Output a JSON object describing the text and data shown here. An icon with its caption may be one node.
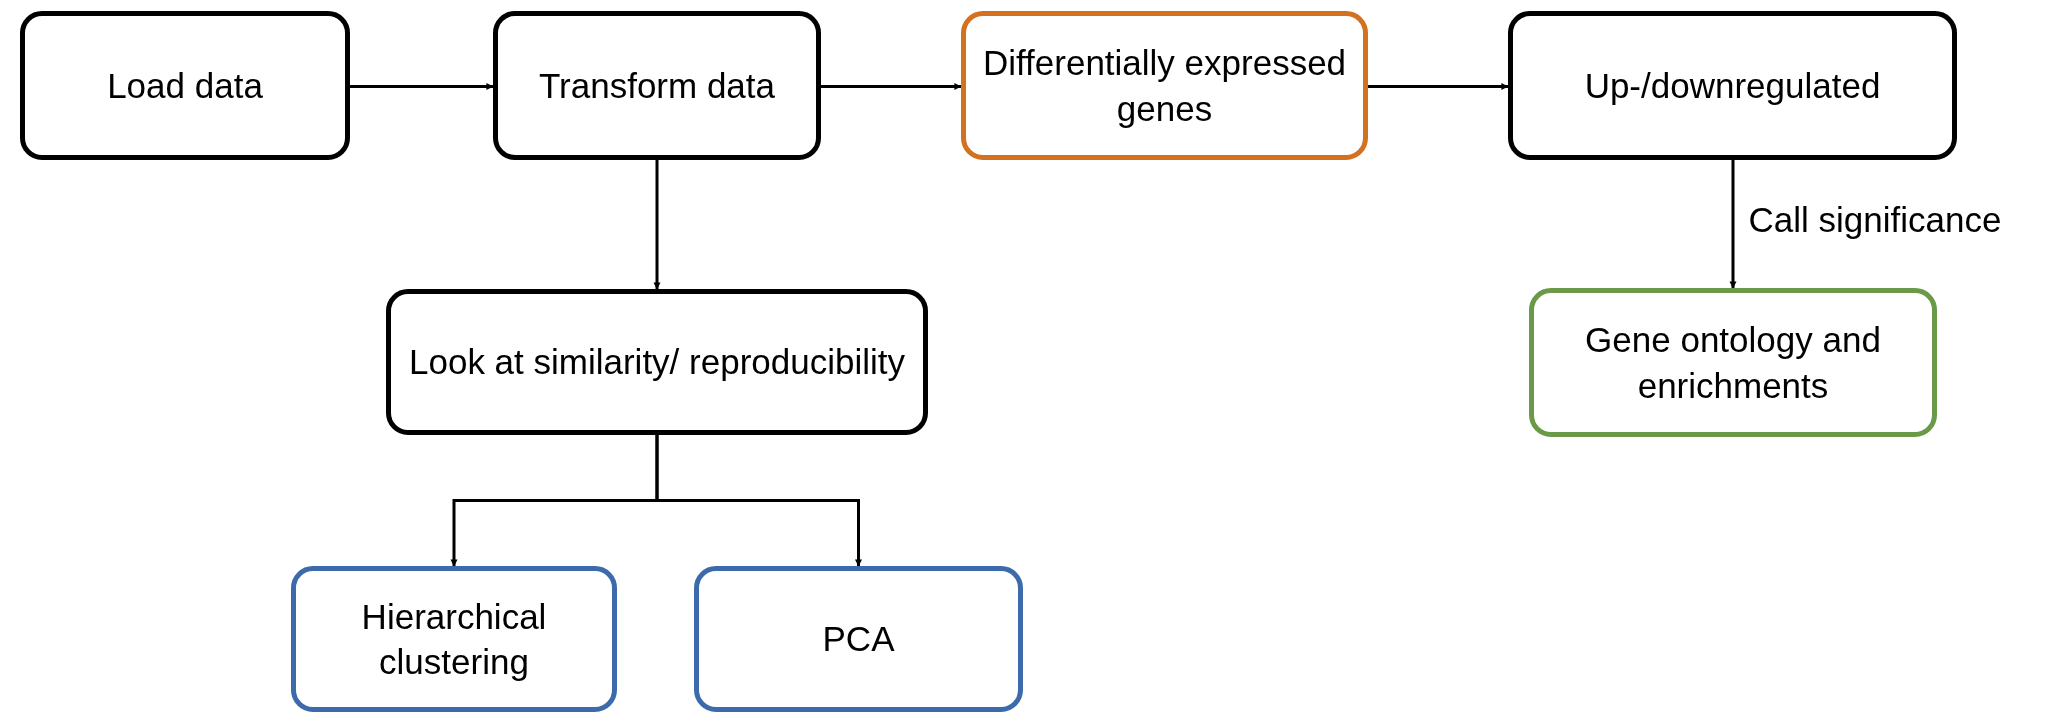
{
  "diagram": {
    "nodes": [
      {
        "text": [
          "Load data"
        ]
      },
      {
        "text": [
          "Transform data"
        ]
      },
      {
        "text": [
          "Differentially expressed genes"
        ]
      },
      {
        "text": [
          "Up-/downregulated"
        ]
      },
      {
        "text": [
          "Look at similarity/ reproducibility"
        ]
      },
      {
        "text": [
          "Hierarchical clustering"
        ]
      },
      {
        "text": [
          "PCA"
        ]
      },
      {
        "text": [
          "Gene ontology and enrichments"
        ]
      }
    ],
    "edges": [
      {
        "from": 0,
        "to": 1,
        "arrow": "to"
      },
      {
        "from": 1,
        "to": 2,
        "arrow": "to"
      },
      {
        "from": 2,
        "to": 3,
        "arrow": "to"
      },
      {
        "from": 1,
        "to": 4,
        "arrow": "to"
      },
      {
        "from": 3,
        "to": 7,
        "arrow": "to",
        "label": "Call significance"
      },
      {
        "from": 4,
        "to": 5,
        "arrow": "to"
      },
      {
        "from": 4,
        "to": 6,
        "arrow": "to"
      }
    ]
  }
}
